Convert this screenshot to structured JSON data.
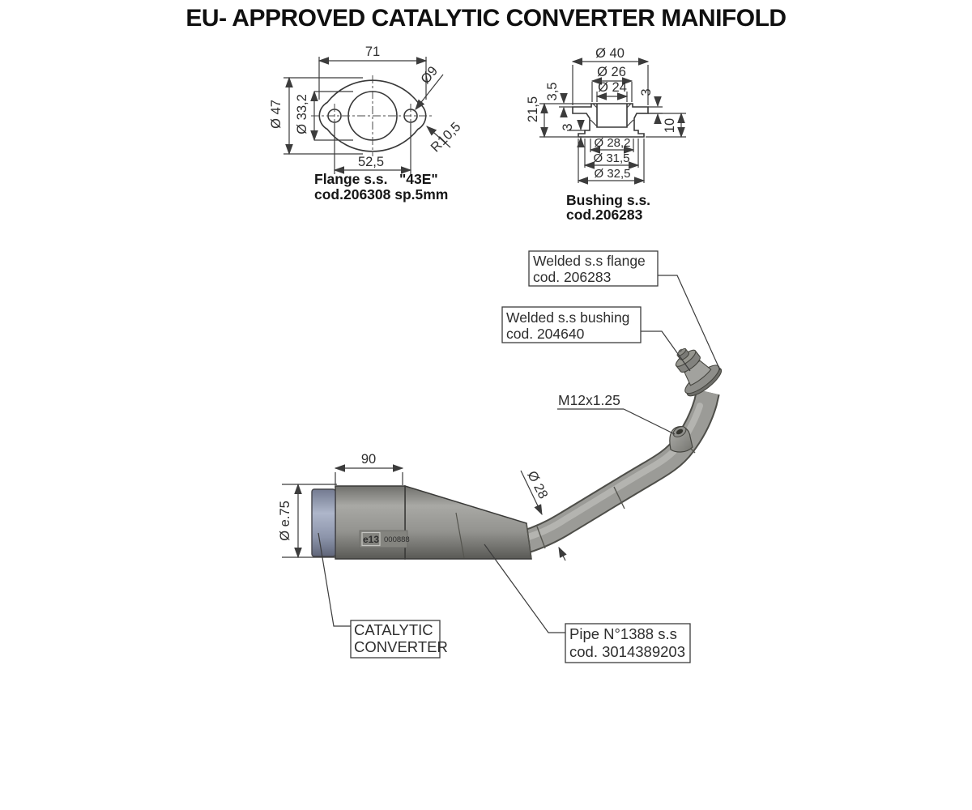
{
  "title": "EU- APPROVED CATALYTIC CONVERTER MANIFOLD",
  "flange_drawing": {
    "dim_width": "71",
    "dim_outer": "Ø 47",
    "dim_bore": "Ø 33,2",
    "dim_hole": "Ø9",
    "dim_radius": "R10,5",
    "dim_spacing": "52,5",
    "label_left": "Flange s.s.",
    "label_right": "\"43E\"",
    "label_line2": "cod.206308 sp.5mm"
  },
  "bushing_drawing": {
    "dim_d40": "Ø 40",
    "dim_d26": "Ø 26",
    "dim_d24": "Ø 24",
    "dim_t35": "3,5",
    "dim_h215": "21,5",
    "dim_t3_left": "3",
    "dim_t3_right": "3",
    "dim_h10": "10",
    "dim_d282": "Ø 28,2",
    "dim_d315": "Ø 31,5",
    "dim_d325": "Ø 32,5",
    "label_line1": "Bushing s.s.",
    "label_line2": "cod.206283"
  },
  "callouts": {
    "welded_flange": {
      "line1": "Welded s.s flange",
      "line2": "cod. 206283"
    },
    "welded_bushing": {
      "line1": "Welded s.s bushing",
      "line2": "cod. 204640"
    },
    "thread": "M12x1.25",
    "catalytic": {
      "line1": "CATALYTIC",
      "line2": "CONVERTER"
    },
    "pipe": {
      "line1": "Pipe N°1388 s.s",
      "line2": "cod. 3014389203"
    }
  },
  "assembly": {
    "dim_length": "90",
    "dim_end_diameter": "Ø e.75",
    "dim_pipe_diameter": "Ø 28"
  },
  "approval_mark": {
    "code": "e13",
    "number": "000888"
  },
  "colors": {
    "line": "#3c3c3c",
    "metal": "#9b9b97",
    "metal_dark": "#4e4e49",
    "metal_light": "#b8b8b4",
    "cap_blue": "#9aa2ba",
    "background": "#ffffff"
  }
}
